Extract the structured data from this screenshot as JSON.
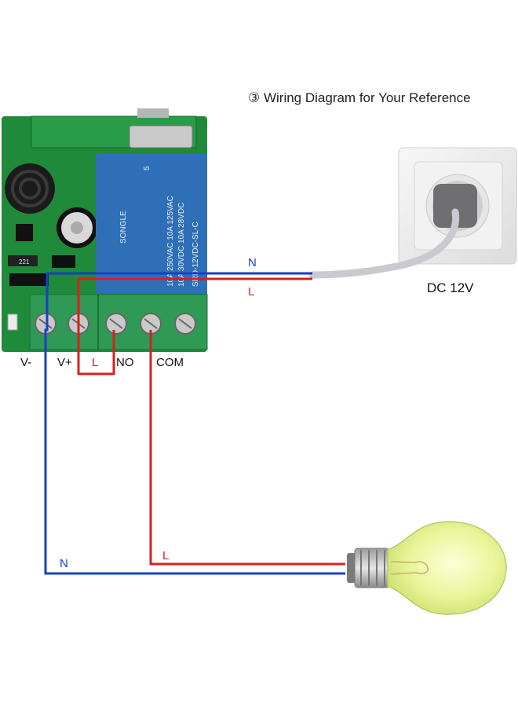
{
  "title": "③ Wiring Diagram for Your Reference",
  "power_label": "DC 12V",
  "terminals": {
    "vminus": "V-",
    "vplus": "V+",
    "l": "L",
    "no": "NO",
    "com": "COM"
  },
  "wire_labels": {
    "mains_n": "N",
    "mains_l": "L",
    "bulb_n": "N",
    "bulb_l": "L"
  },
  "relay": {
    "brand": "SONGLE",
    "model": "SRD-12VDC-SL-C",
    "rating_ac": "10A 250VAC  10A 125VAC",
    "rating_dc": "10A 30VDC  10A 28VDC",
    "pin_mark": "5"
  },
  "board_marks": {
    "chip": "221"
  },
  "colors": {
    "neutral_wire": "#1a3fc4",
    "live_wire": "#d8201e",
    "pcb": "#1f8a3a",
    "relay": "#2f6fb8",
    "terminal_block": "#2f9a55",
    "cable": "#c9c9d0",
    "bulb_glass": "#eef6a0"
  }
}
